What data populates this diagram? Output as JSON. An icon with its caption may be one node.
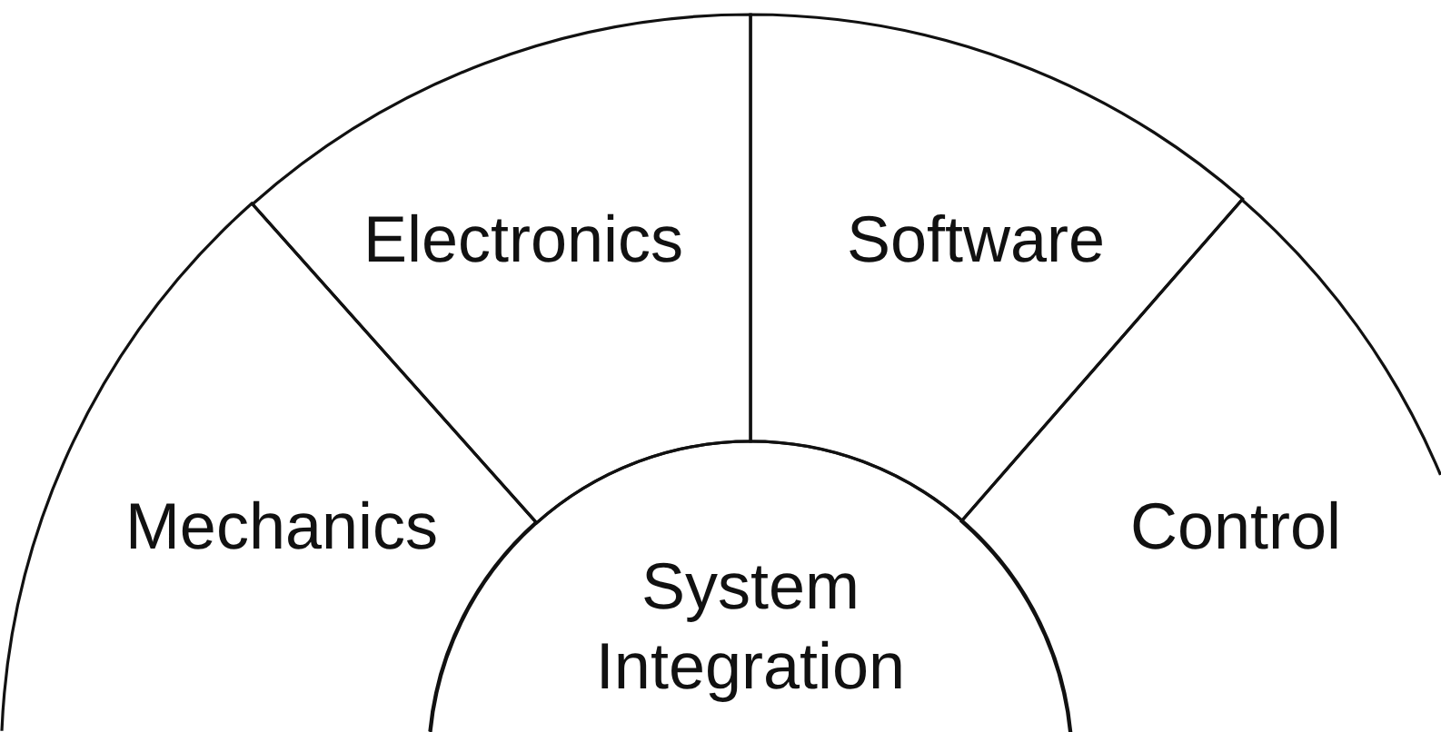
{
  "diagram": {
    "nodes": [
      {
        "text": [
          "Mechanics"
        ]
      },
      {
        "text": [
          "Electronics"
        ]
      },
      {
        "text": [
          "Software"
        ]
      },
      {
        "text": [
          "Control"
        ]
      },
      {
        "text": [
          "System Integration"
        ]
      }
    ]
  }
}
